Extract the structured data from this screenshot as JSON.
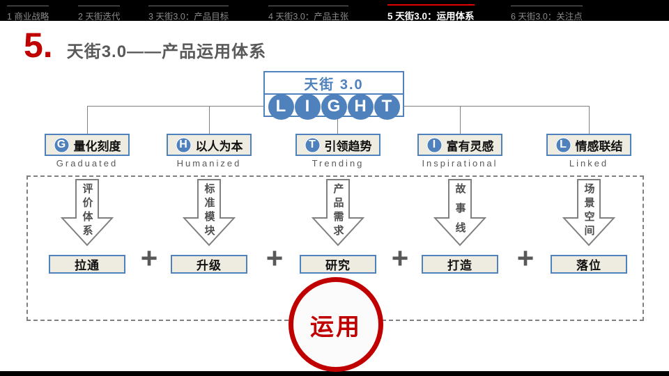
{
  "nav": {
    "tabs": [
      {
        "label": "1 商业战略",
        "active": false
      },
      {
        "label": "2 天街迭代",
        "active": false
      },
      {
        "label": "3 天街3.0：产品目标",
        "active": false
      },
      {
        "label": "4 天街3.0：产品主张",
        "active": false
      },
      {
        "label": "5 天街3.0：运用体系",
        "active": true
      },
      {
        "label": "6 天街3.0：关注点",
        "active": false
      }
    ]
  },
  "title": {
    "number": "5.",
    "text": "天街3.0——产品运用体系"
  },
  "root": {
    "name": "天街 3.0",
    "letters": [
      "L",
      "I",
      "G",
      "H",
      "T"
    ]
  },
  "branches": [
    {
      "letter": "G",
      "label": "量化刻度",
      "english": "Graduated"
    },
    {
      "letter": "H",
      "label": "以人为本",
      "english": "Humanized"
    },
    {
      "letter": "T",
      "label": "引领趋势",
      "english": "Trending"
    },
    {
      "letter": "I",
      "label": "富有灵感",
      "english": "Inspirational"
    },
    {
      "letter": "L",
      "label": "情感联结",
      "english": "Linked"
    }
  ],
  "flow": [
    {
      "arrow_label": "评价体系",
      "box_label": "拉通"
    },
    {
      "arrow_label": "标准模块",
      "box_label": "升级"
    },
    {
      "arrow_label": "产品需求",
      "box_label": "研究"
    },
    {
      "arrow_label": "故事线",
      "box_label": "打造"
    },
    {
      "arrow_label": "场景空间",
      "box_label": "落位"
    }
  ],
  "plus": "+",
  "badge": {
    "label": "运用"
  },
  "colors": {
    "accent_blue": "#4f81bd",
    "box_fill": "#eeece1",
    "accent_red": "#c00000",
    "nav_active_line": "#e00000",
    "nav_bg": "#000000",
    "gray_text": "#595959",
    "connector_gray": "#7f7f7f"
  }
}
